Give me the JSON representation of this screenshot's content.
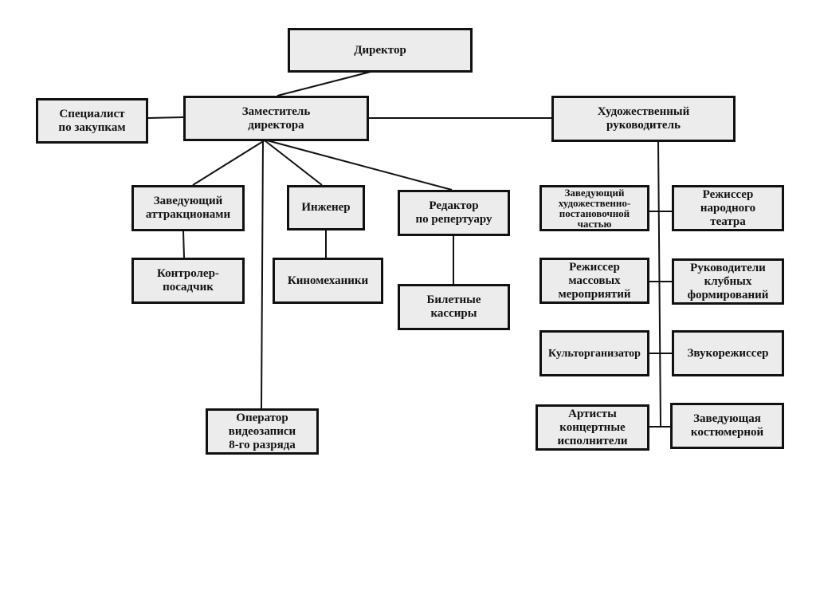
{
  "nodes": {
    "director": "Директор",
    "deputy": "Заместитель\nдиректора",
    "procurement": "Специалист\nпо закупкам",
    "art_director": "Художественный\nруководитель",
    "attractions_head": "Заведующий\nаттракционами",
    "engineer": "Инженер",
    "repertoire_editor": "Редактор\nпо репертуару",
    "controller": "Контролер-\nпосадчик",
    "projectionists": "Киномеханики",
    "cashiers": "Билетные\nкассиры",
    "video_operator": "Оператор\nвидеозаписи\n8-го разряда",
    "art_production_head": "Заведующий\nхудожественно-\nпостановочной\nчастью",
    "folk_theatre_director": "Режиссер\nнародного\nтеатра",
    "mass_events_director": "Режиссер\nмассовых\nмероприятий",
    "club_leaders": "Руководители\nклубных\nформирований",
    "cultural_organizer": "Культорганизатор",
    "sound_director": "Звукорежиссер",
    "concert_artists": "Артисты\nконцертные\nисполнители",
    "costume_head": "Заведующая\nкостюмерной"
  }
}
